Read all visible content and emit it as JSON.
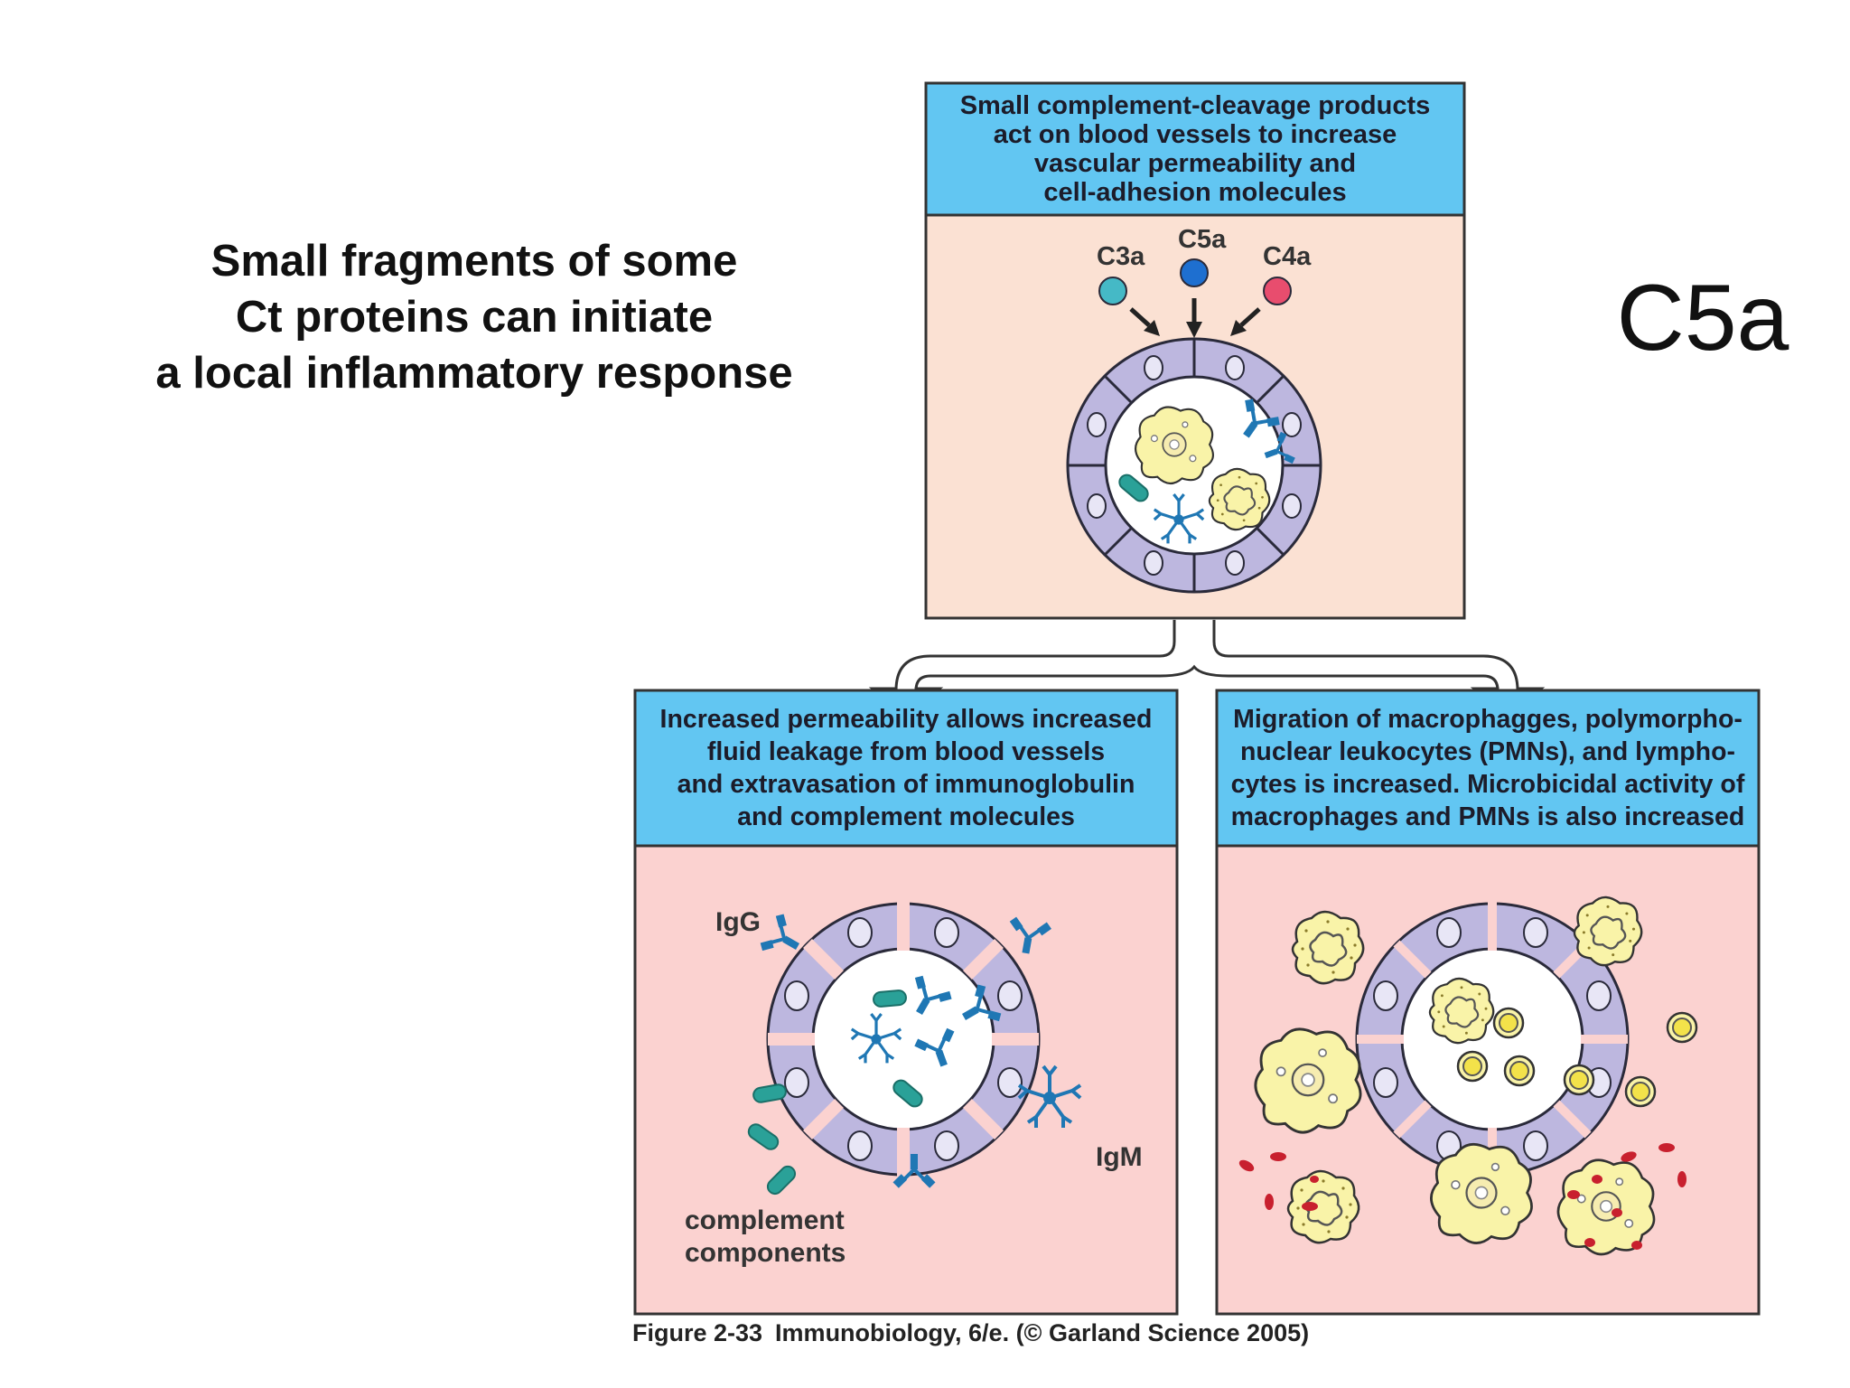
{
  "slide": {
    "title_lines": [
      "Small fragments of some",
      "Ct proteins can initiate",
      "a local inflammatory response"
    ],
    "side_label": "C5a"
  },
  "figure": {
    "top_panel": {
      "text_lines": [
        "Small complement-cleavage products",
        "act on blood vessels to increase",
        "vascular permeability and",
        "cell-adhesion molecules"
      ],
      "fragments": [
        "C3a",
        "C5a",
        "C4a"
      ]
    },
    "left_panel": {
      "text_lines": [
        "Increased permeability allows increased",
        "fluid leakage from blood vessels",
        "and extravasation of immunoglobulin",
        "and complement molecules"
      ],
      "labels": {
        "igg": "IgG",
        "igm": "IgM",
        "complement_line1": "complement",
        "complement_line2": "components"
      }
    },
    "right_panel": {
      "text_lines": [
        "Migration of macrophagges, polymorpho-",
        "nuclear leukocytes (PMNs), and lympho-",
        "cytes is increased. Microbicidal activity of",
        "macrophages and PMNs is also increased"
      ]
    },
    "caption": {
      "figure_number": "Figure 2-33",
      "source": "Immunobiology, 6/e. (© Garland Science 2005)"
    },
    "colors": {
      "header_blue": "#62c6f2",
      "top_body": "#fbe1d3",
      "bottom_body": "#fbd2d0",
      "vessel_cell": "#bdb7df",
      "macrophage": "#f9f3a8",
      "antibody": "#1f77b4",
      "complement": "#2aa198",
      "c3a": "#45b9c6",
      "c5a": "#1e6fd0",
      "c4a": "#e84d6e",
      "red_cell": "#c8202e"
    }
  }
}
